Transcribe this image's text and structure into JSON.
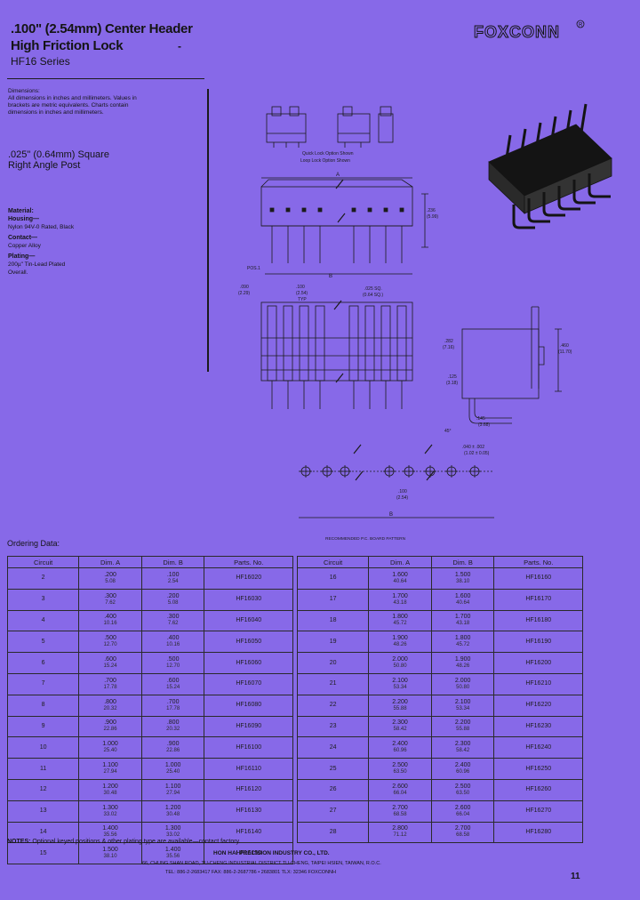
{
  "header": {
    "line1": ".100\" (2.54mm) Center Header",
    "line2": "High Friction Lock",
    "line3": "HF16 Series",
    "brand": "FOXCONN"
  },
  "left": {
    "dimensions_title": "Dimensions:",
    "dimensions_text": "All dimensions in inches and millimeters. Values in brackets are metric equivalents. Charts contain dimensions in inches and millimeters.",
    "post_line1": ".025\" (0.64mm) Square",
    "post_line2": "Right Angle Post",
    "material_title": "Material:",
    "housing_title": "Housing—",
    "housing_text": "Nylon 94V-0 Rated, Black",
    "contact_title": "Contact—",
    "contact_text": "Copper Alloy",
    "plating_title": "Plating—",
    "plating_text1": "200µ\" Tin-Lead Plated",
    "plating_text2": "Overall."
  },
  "drawing": {
    "caption1": "Quick Lock Option Shown",
    "caption2": "Loop Lock Option Shown",
    "label_a": "A",
    "label_b": "B",
    "pos1": "POS.1",
    "dim_236": ".236",
    "dim_236_mm": "(5.99)",
    "dim_100": ".100",
    "dim_100_mm": "(2.54)",
    "dim_100_typ": "TYP",
    "dim_025": ".025 SQ.",
    "dim_025_mm": "(0.64 SQ.)",
    "dim_090": ".090",
    "dim_090_mm": "(2.29)",
    "dim_282": ".282",
    "dim_282_mm": "(7.16)",
    "dim_460": ".460",
    "dim_460_mm": "(11.70)",
    "dim_125": ".125",
    "dim_125_mm": "(3.18)",
    "dim_145": ".145",
    "dim_145_mm": "(3.68)",
    "dim_45": "45°",
    "dim_100b": ".100",
    "dim_100b_mm": "(2.54)",
    "dim_hole": ".040 ± .002",
    "dim_hole_mm": "(1.02 ± 0.05)",
    "pcb_caption": "RECOMMENDED P.C. BOARD PATTERN",
    "label_b2": "B"
  },
  "ordering": {
    "title": "Ordering Data:",
    "columns": [
      "Circuit",
      "Dim. A",
      "Dim. B",
      "Parts. No."
    ],
    "left_rows": [
      {
        "c": "2",
        "a": ".200",
        "amm": "5.08",
        "b": ".100",
        "bmm": "2.54",
        "p": "HF16020"
      },
      {
        "c": "3",
        "a": ".300",
        "amm": "7.62",
        "b": ".200",
        "bmm": "5.08",
        "p": "HF16030"
      },
      {
        "c": "4",
        "a": ".400",
        "amm": "10.16",
        "b": ".300",
        "bmm": "7.62",
        "p": "HF16040"
      },
      {
        "c": "5",
        "a": ".500",
        "amm": "12.70",
        "b": ".400",
        "bmm": "10.16",
        "p": "HF16050"
      },
      {
        "c": "6",
        "a": ".600",
        "amm": "15.24",
        "b": ".500",
        "bmm": "12.70",
        "p": "HF16060"
      },
      {
        "c": "7",
        "a": ".700",
        "amm": "17.78",
        "b": ".600",
        "bmm": "15.24",
        "p": "HF16070"
      },
      {
        "c": "8",
        "a": ".800",
        "amm": "20.32",
        "b": ".700",
        "bmm": "17.78",
        "p": "HF16080"
      },
      {
        "c": "9",
        "a": ".900",
        "amm": "22.86",
        "b": ".800",
        "bmm": "20.32",
        "p": "HF16090"
      },
      {
        "c": "10",
        "a": "1.000",
        "amm": "25.40",
        "b": ".900",
        "bmm": "22.86",
        "p": "HF16100"
      },
      {
        "c": "11",
        "a": "1.100",
        "amm": "27.94",
        "b": "1.000",
        "bmm": "25.40",
        "p": "HF16110"
      },
      {
        "c": "12",
        "a": "1.200",
        "amm": "30.48",
        "b": "1.100",
        "bmm": "27.94",
        "p": "HF16120"
      },
      {
        "c": "13",
        "a": "1.300",
        "amm": "33.02",
        "b": "1.200",
        "bmm": "30.48",
        "p": "HF16130"
      },
      {
        "c": "14",
        "a": "1.400",
        "amm": "35.56",
        "b": "1.300",
        "bmm": "33.02",
        "p": "HF16140"
      },
      {
        "c": "15",
        "a": "1.500",
        "amm": "38.10",
        "b": "1.400",
        "bmm": "35.56",
        "p": "HF16150"
      }
    ],
    "right_rows": [
      {
        "c": "16",
        "a": "1.600",
        "amm": "40.64",
        "b": "1.500",
        "bmm": "38.10",
        "p": "HF16160"
      },
      {
        "c": "17",
        "a": "1.700",
        "amm": "43.18",
        "b": "1.600",
        "bmm": "40.64",
        "p": "HF16170"
      },
      {
        "c": "18",
        "a": "1.800",
        "amm": "45.72",
        "b": "1.700",
        "bmm": "43.18",
        "p": "HF16180"
      },
      {
        "c": "19",
        "a": "1.900",
        "amm": "48.26",
        "b": "1.800",
        "bmm": "45.72",
        "p": "HF16190"
      },
      {
        "c": "20",
        "a": "2.000",
        "amm": "50.80",
        "b": "1.900",
        "bmm": "48.26",
        "p": "HF16200"
      },
      {
        "c": "21",
        "a": "2.100",
        "amm": "53.34",
        "b": "2.000",
        "bmm": "50.80",
        "p": "HF16210"
      },
      {
        "c": "22",
        "a": "2.200",
        "amm": "55.88",
        "b": "2.100",
        "bmm": "53.34",
        "p": "HF16220"
      },
      {
        "c": "23",
        "a": "2.300",
        "amm": "58.42",
        "b": "2.200",
        "bmm": "55.88",
        "p": "HF16230"
      },
      {
        "c": "24",
        "a": "2.400",
        "amm": "60.96",
        "b": "2.300",
        "bmm": "58.42",
        "p": "HF16240"
      },
      {
        "c": "25",
        "a": "2.500",
        "amm": "63.50",
        "b": "2.400",
        "bmm": "60.96",
        "p": "HF16250"
      },
      {
        "c": "26",
        "a": "2.600",
        "amm": "66.04",
        "b": "2.500",
        "bmm": "63.50",
        "p": "HF16260"
      },
      {
        "c": "27",
        "a": "2.700",
        "amm": "68.58",
        "b": "2.600",
        "bmm": "66.04",
        "p": "HF16270"
      },
      {
        "c": "28",
        "a": "2.800",
        "amm": "71.12",
        "b": "2.700",
        "bmm": "68.58",
        "p": "HF16280"
      }
    ]
  },
  "footer": {
    "notes_label": "NOTES:",
    "notes_text": "Optional keyed positions & other plating type are available—contact factory.",
    "company": "HON HAI PRECISION INDUSTRY CO., LTD.",
    "address": "66, CHUNG SHAN ROAD, TU-CHENG INDUSTRIAL DISTRICT TU-CHENG, TAIPEI HSIEN, TAIWAN, R.O.C.",
    "phone": "TEL: 886-2-2683417   FAX: 886-2-2687786 • 2683801   TLX: 32346 FOXCONNH",
    "page": "11"
  }
}
